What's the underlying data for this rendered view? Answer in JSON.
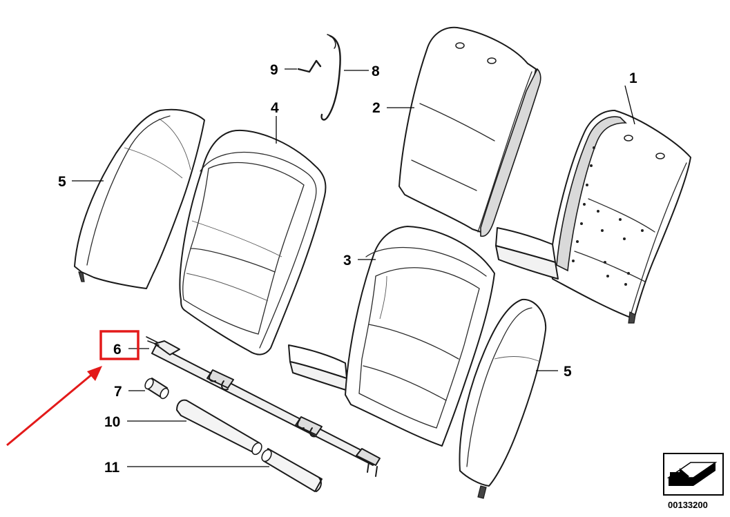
{
  "callouts": {
    "c1": "1",
    "c2": "2",
    "c3": "3",
    "c4": "4",
    "c5_left": "5",
    "c5_right": "5",
    "c6": "6",
    "c7": "7",
    "c8": "8",
    "c9": "9",
    "c10": "10",
    "c11": "11"
  },
  "highlight": {
    "part": "6",
    "color": "#e31a1a"
  },
  "reference_number": "00133200"
}
